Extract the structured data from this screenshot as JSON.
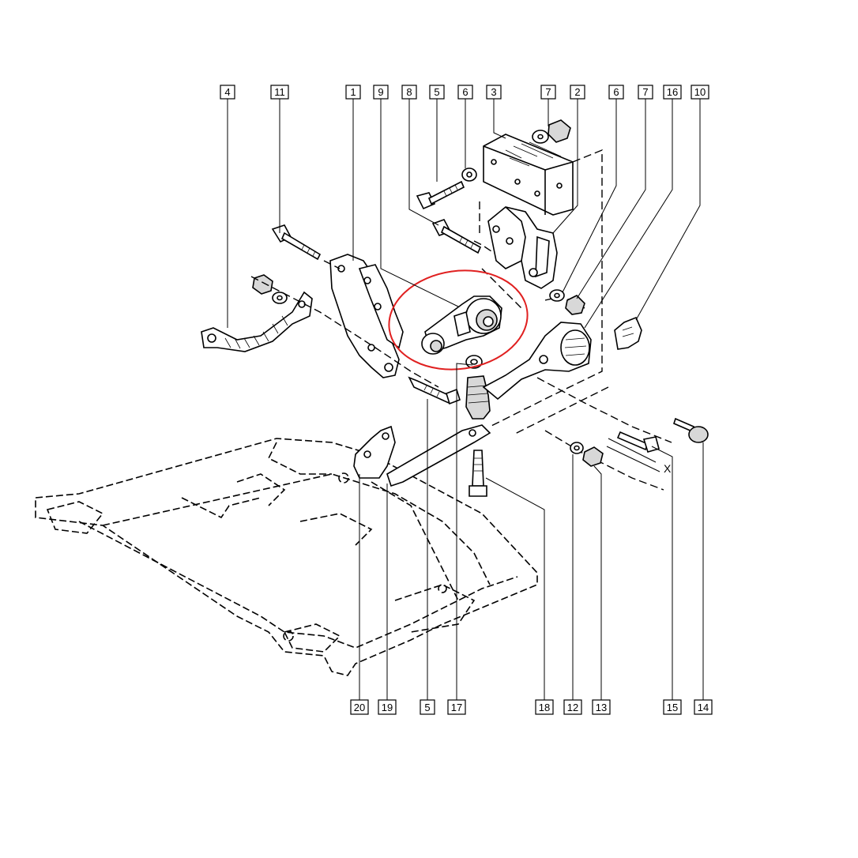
{
  "labels": {
    "top": [
      "4",
      "11",
      "1",
      "9",
      "8",
      "5",
      "6",
      "3",
      "7",
      "2",
      "6",
      "7",
      "16",
      "10"
    ],
    "bottom": [
      "20",
      "19",
      "5",
      "17",
      "18",
      "12",
      "13",
      "15",
      "14"
    ]
  },
  "dimension_label": "X",
  "colors": {
    "highlight": "#e02020",
    "ink": "#000000"
  }
}
